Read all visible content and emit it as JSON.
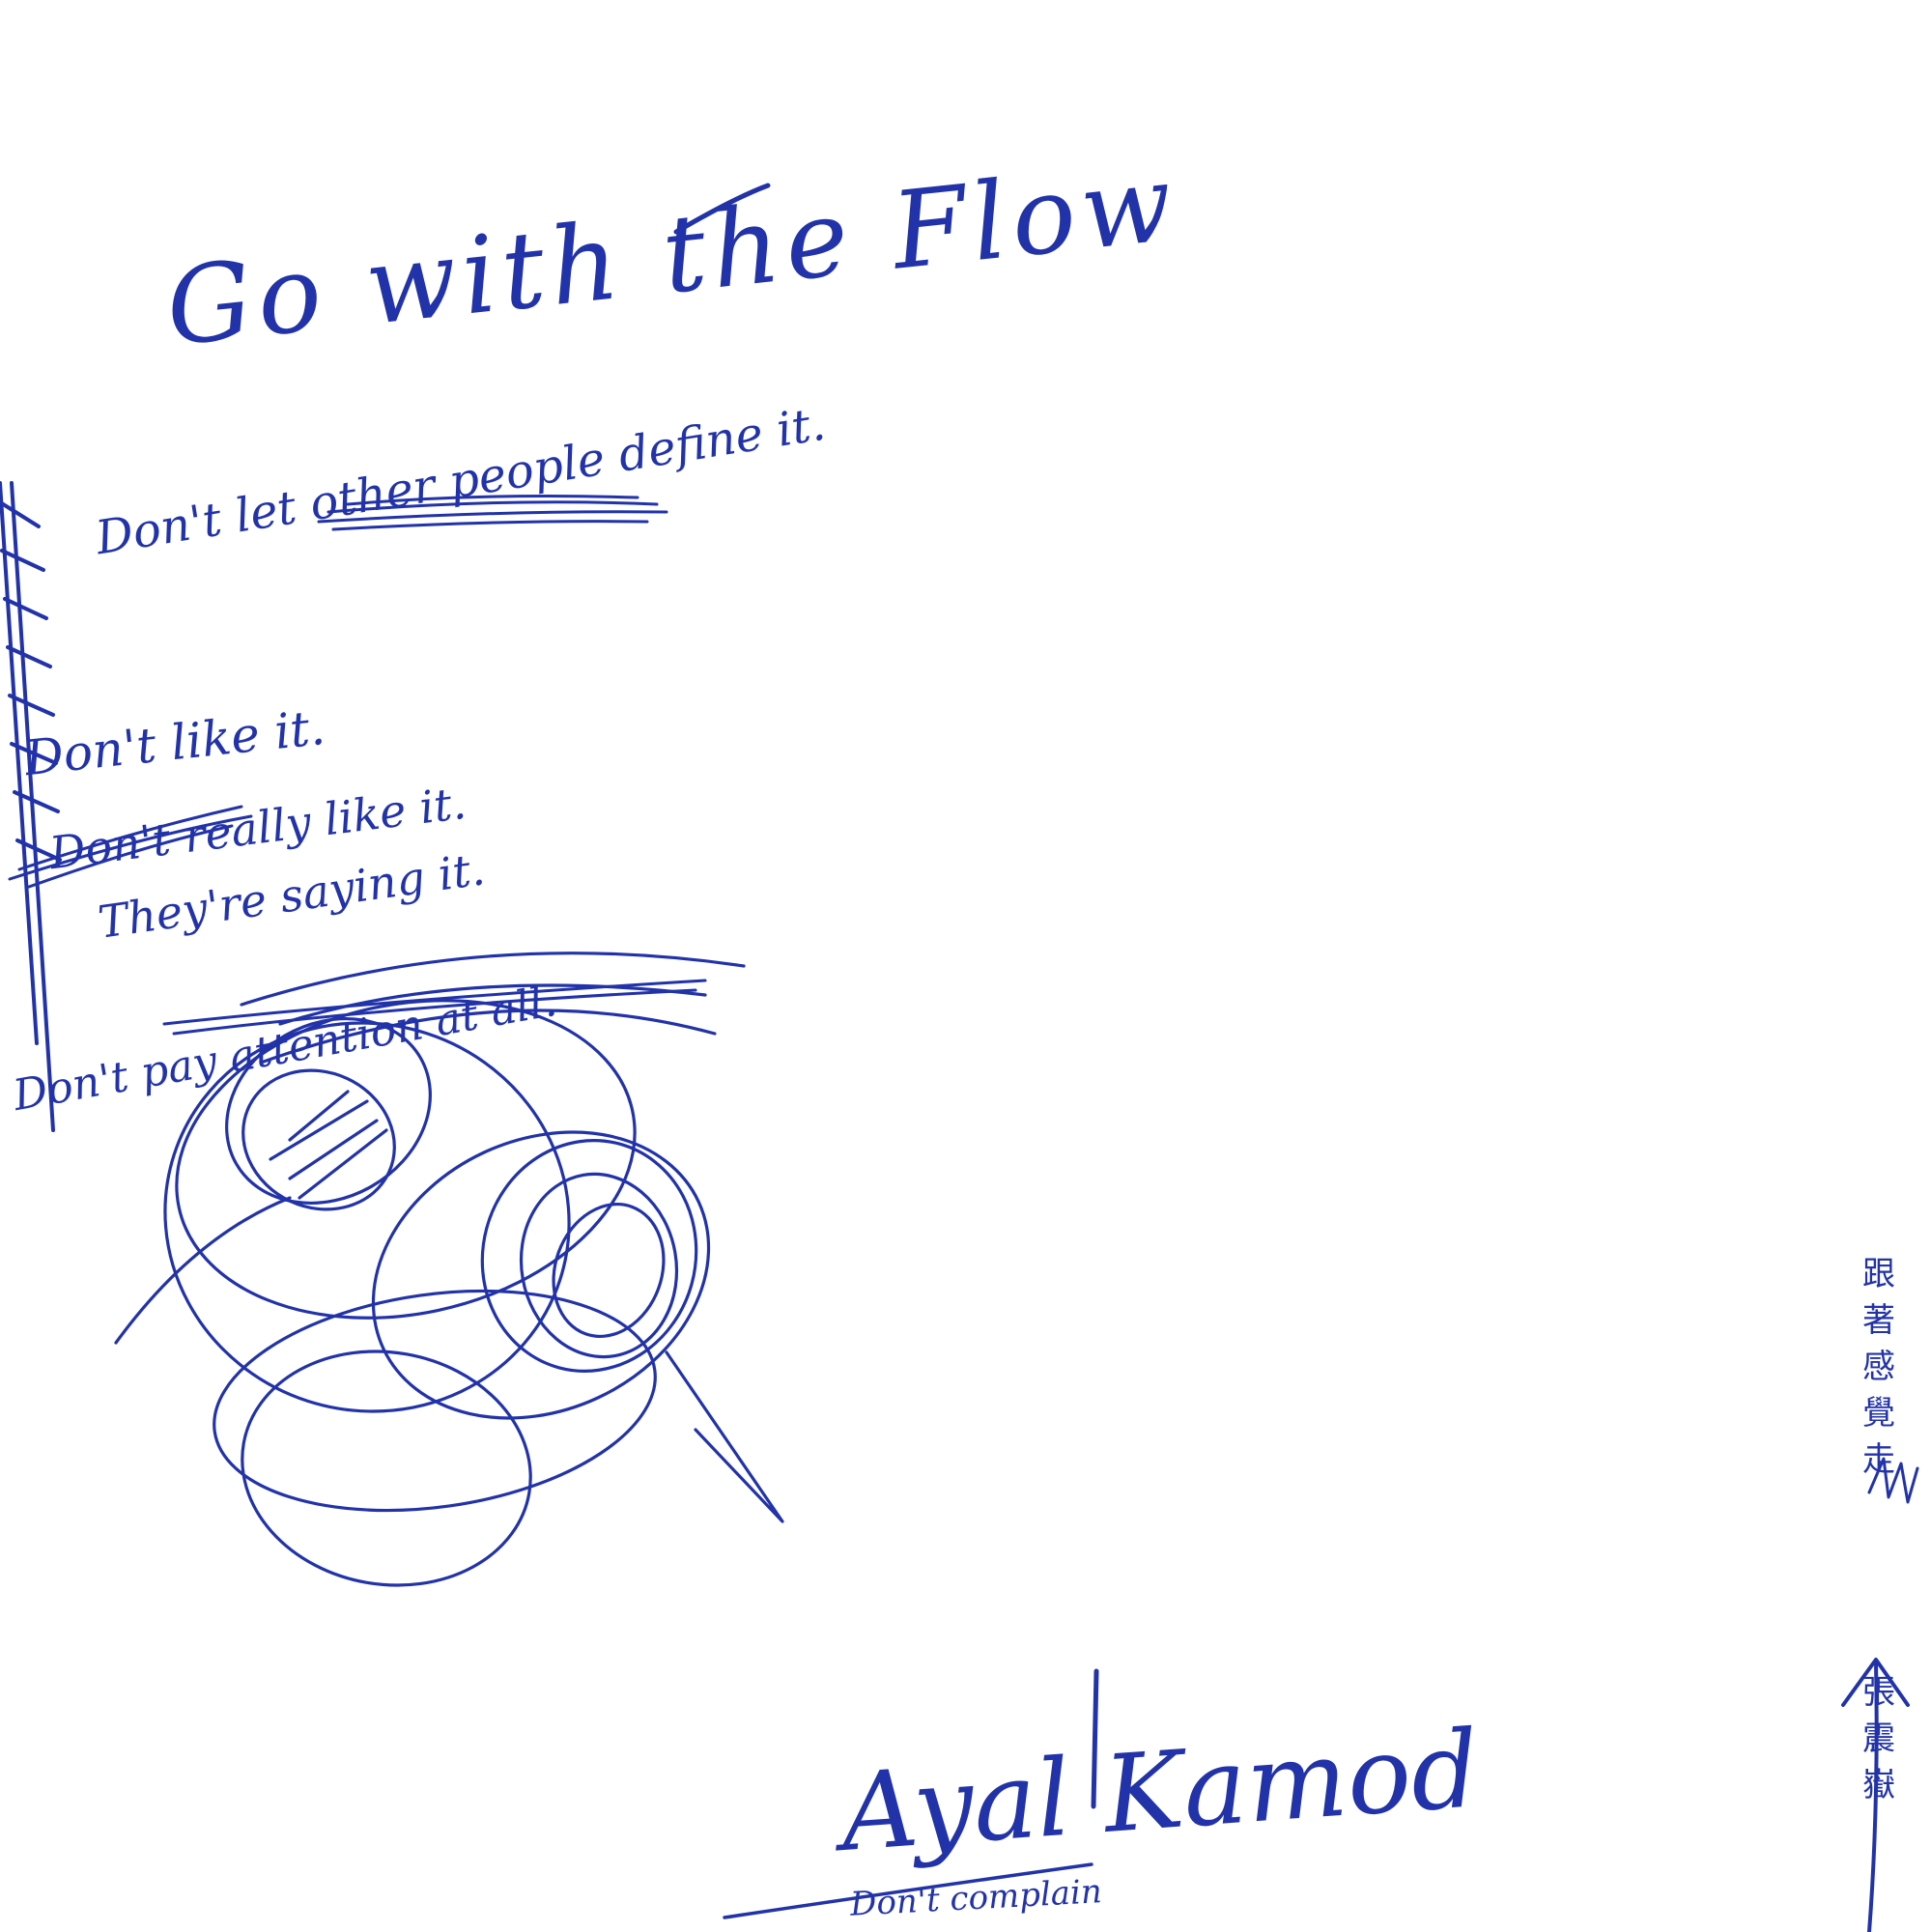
{
  "cover": {
    "title": "Go with the Flow",
    "lines": [
      "Don't let other people define it.",
      "Don't like it.",
      "Don't really like it.",
      "They're saying it.",
      "Don't pay attention at all."
    ],
    "signature": "Ayal Kamod",
    "footnote": "Don't complain",
    "chinese_title": "跟著感覺走",
    "chinese_artist": "張震嶽",
    "ink_color": "#2233aa"
  }
}
